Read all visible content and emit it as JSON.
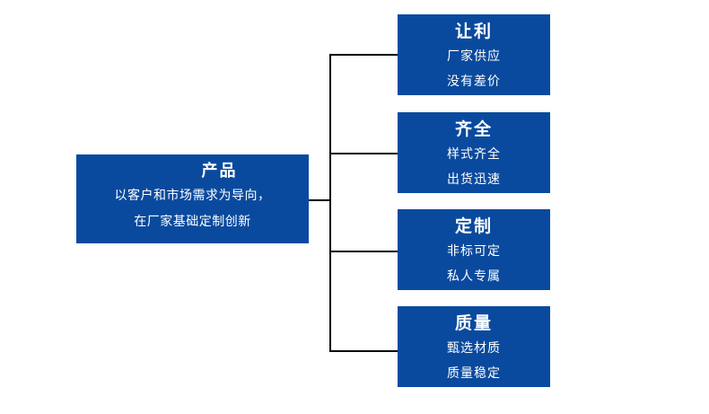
{
  "diagram": {
    "type": "tree-diagram",
    "colors": {
      "node_background": "#0a4a9e",
      "node_text": "#ffffff",
      "connector": "#000000",
      "page_background": "#ffffff"
    },
    "root": {
      "title": "产品",
      "lines": [
        "以客户和市场需求为导向，",
        "在厂家基础定制创新"
      ]
    },
    "branches": [
      {
        "title": "让利",
        "lines": [
          "厂家供应",
          "没有差价"
        ]
      },
      {
        "title": "齐全",
        "lines": [
          "样式齐全",
          "出货迅速"
        ]
      },
      {
        "title": "定制",
        "lines": [
          "非标可定",
          "私人专属"
        ]
      },
      {
        "title": "质量",
        "lines": [
          "甄选材质",
          "质量稳定"
        ]
      }
    ]
  }
}
